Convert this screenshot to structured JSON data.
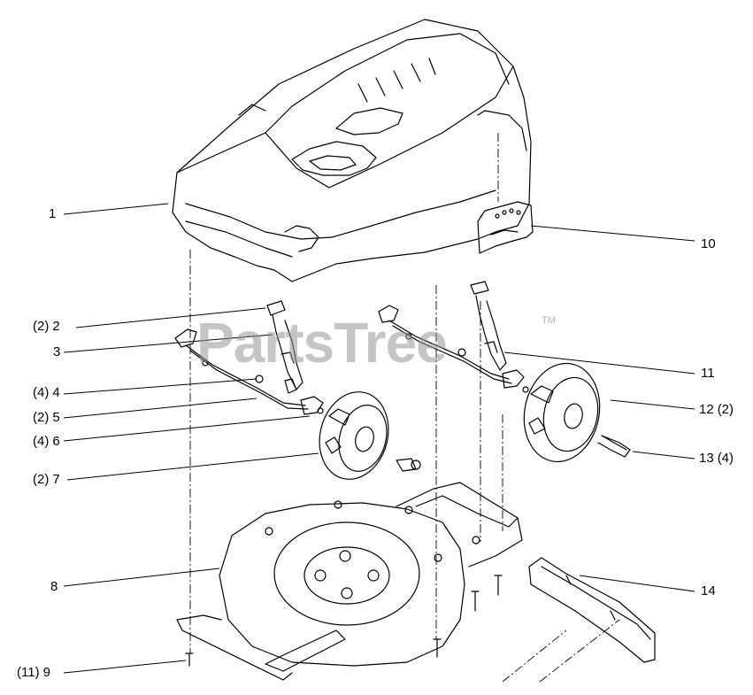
{
  "watermark": {
    "text": "PartsTree",
    "tm": "TM"
  },
  "callouts": [
    {
      "number": "1",
      "qty": ""
    },
    {
      "number": "2",
      "qty": "(2)"
    },
    {
      "number": "3",
      "qty": ""
    },
    {
      "number": "4",
      "qty": "(4)"
    },
    {
      "number": "5",
      "qty": "(2)"
    },
    {
      "number": "6",
      "qty": "(4)"
    },
    {
      "number": "7",
      "qty": "(2)"
    },
    {
      "number": "8",
      "qty": ""
    },
    {
      "number": "9",
      "qty": "(11)"
    },
    {
      "number": "10",
      "qty": ""
    },
    {
      "number": "11",
      "qty": ""
    },
    {
      "number": "12",
      "qty": "(2)"
    },
    {
      "number": "13",
      "qty": "(4)"
    },
    {
      "number": "14",
      "qty": ""
    }
  ]
}
